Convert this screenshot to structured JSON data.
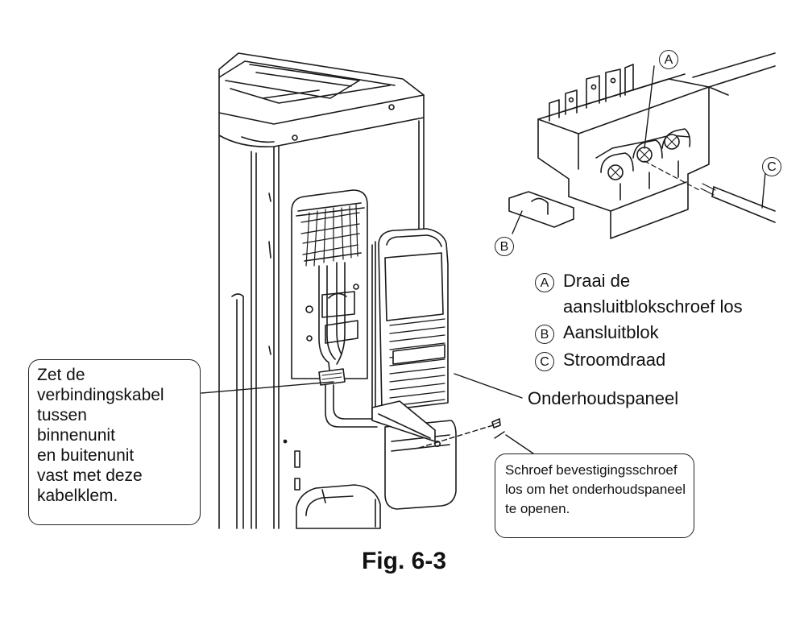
{
  "figure_caption": "Fig. 6-3",
  "legend": {
    "a_marker": "A",
    "a_text_line1": "Draai de",
    "a_text_line2": "aansluitblokschroef los",
    "b_marker": "B",
    "b_text": "Aansluitblok",
    "c_marker": "C",
    "c_text": "Stroomdraad"
  },
  "callouts": {
    "service_panel": "Onderhoudspaneel",
    "cable_clamp": [
      "Zet de",
      "verbindingskabel",
      "tussen",
      "binnenunit",
      "en buitenunit",
      "vast met deze",
      "kabelklem."
    ],
    "fixing_screw": [
      "Schroef bevestigingsschroef",
      "los om het onderhoudspaneel",
      "te openen."
    ]
  }
}
